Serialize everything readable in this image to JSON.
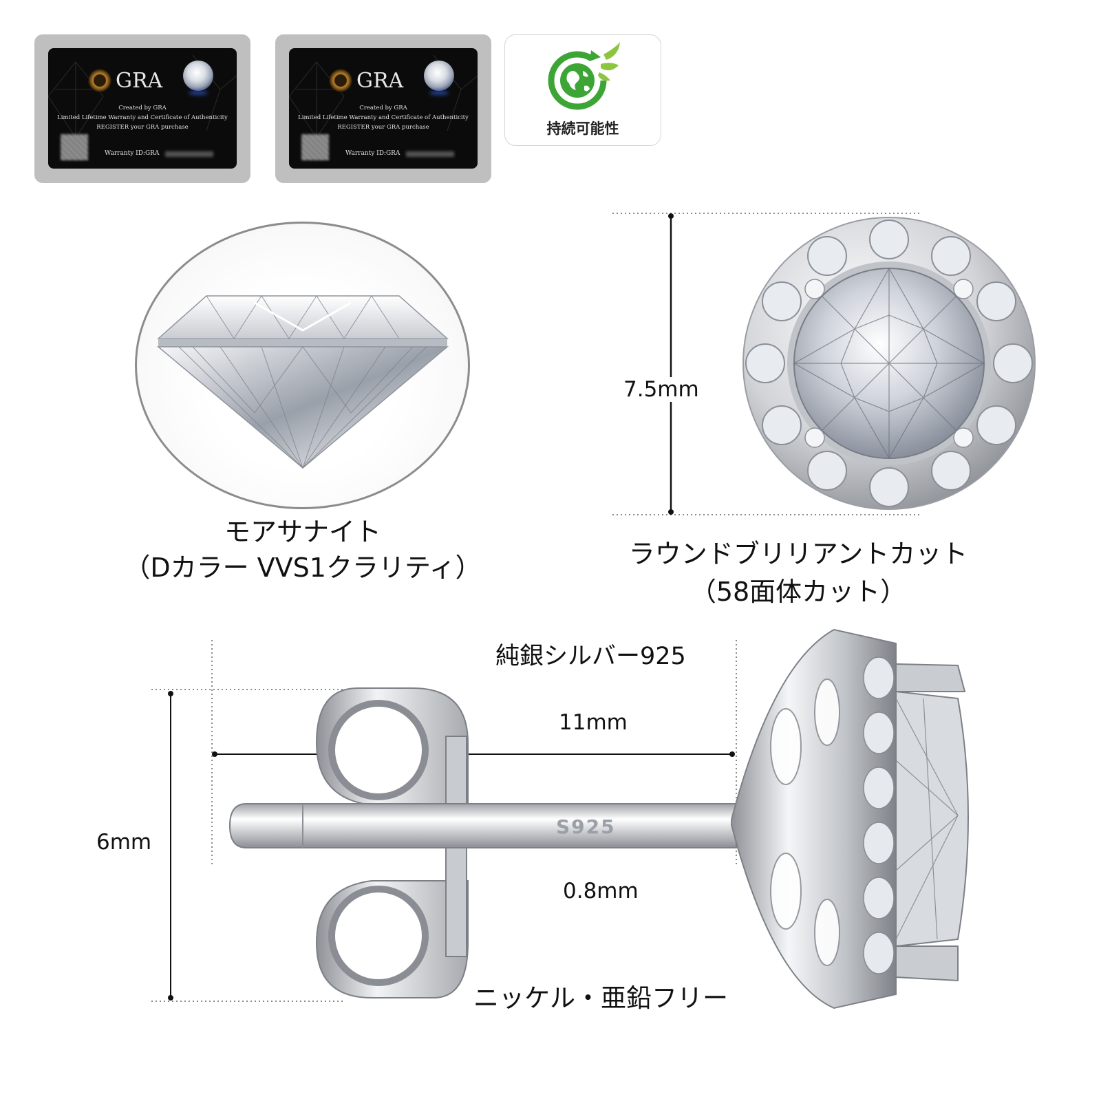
{
  "certificates": [
    {
      "brand": "GRA",
      "created_by": "Created by GRA",
      "warranty_line": "Limited Lifetime Warranty and Certificate of Authenticity",
      "register_line": "REGISTER your GRA purchase",
      "warranty_id_label": "Warranty ID:GRA"
    },
    {
      "brand": "GRA",
      "created_by": "Created by GRA",
      "warranty_line": "Limited Lifetime Warranty and Certificate of Authenticity",
      "register_line": "REGISTER your GRA purchase",
      "warranty_id_label": "Warranty ID:GRA"
    }
  ],
  "sustainability": {
    "label": "持続可能性",
    "icon": "recycle-globe-leaf-icon",
    "color": "#3da535"
  },
  "gem": {
    "caption_line1": "モアサナイト",
    "caption_line2": "（Dカラー VVS1クラリティ）"
  },
  "cut": {
    "height_label": "7.5mm",
    "caption_line1": "ラウンドブリリアントカット",
    "caption_line2": "（58面体カット）"
  },
  "side_view": {
    "material_label": "純銀シルバー925",
    "length_label": "11mm",
    "height_label": "6mm",
    "post_diameter_label": "0.8mm",
    "stamp": "S925",
    "free_label": "ニッケル・亜鉛フリー"
  }
}
